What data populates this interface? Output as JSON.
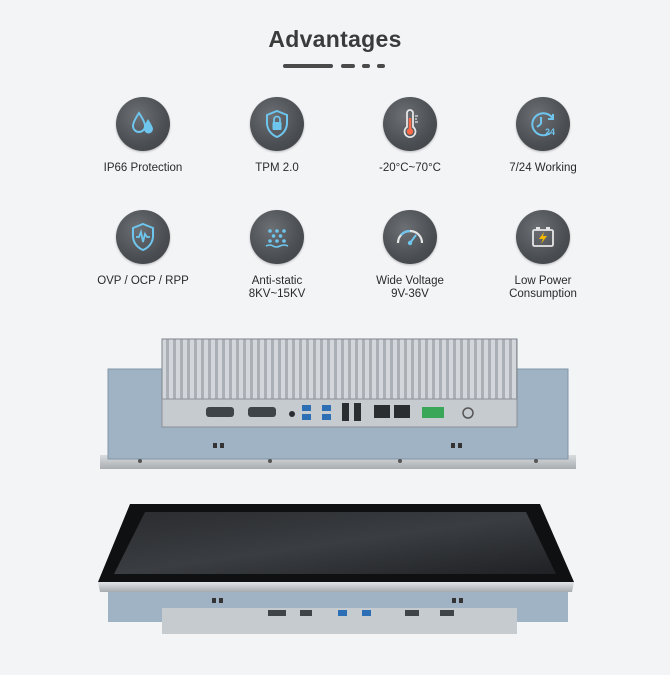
{
  "header": {
    "title": "Advantages"
  },
  "colors": {
    "icon_bg": "#505357",
    "icon_fg": "#6ec6ef",
    "accent": "#4a4a4a"
  },
  "features": [
    {
      "label_lines": [
        "IP66 Protection"
      ],
      "icon": "water-drops-icon"
    },
    {
      "label_lines": [
        "TPM 2.0"
      ],
      "icon": "shield-lock-icon"
    },
    {
      "label_lines": [
        "-20°C~70°C"
      ],
      "icon": "thermometer-icon"
    },
    {
      "label_lines": [
        "7/24 Working"
      ],
      "icon": "clock-24-icon"
    },
    {
      "label_lines": [
        "OVP / OCP / RPP"
      ],
      "icon": "shield-wave-icon"
    },
    {
      "label_lines": [
        "Anti-static",
        "8KV~15KV"
      ],
      "icon": "anti-static-icon"
    },
    {
      "label_lines": [
        "Wide Voltage",
        "9V-36V"
      ],
      "icon": "gauge-icon"
    },
    {
      "label_lines": [
        "Low Power",
        "Consumption"
      ],
      "icon": "battery-icon"
    }
  ],
  "product_images": [
    "panel-pc-rear-view",
    "panel-pc-front-view"
  ]
}
